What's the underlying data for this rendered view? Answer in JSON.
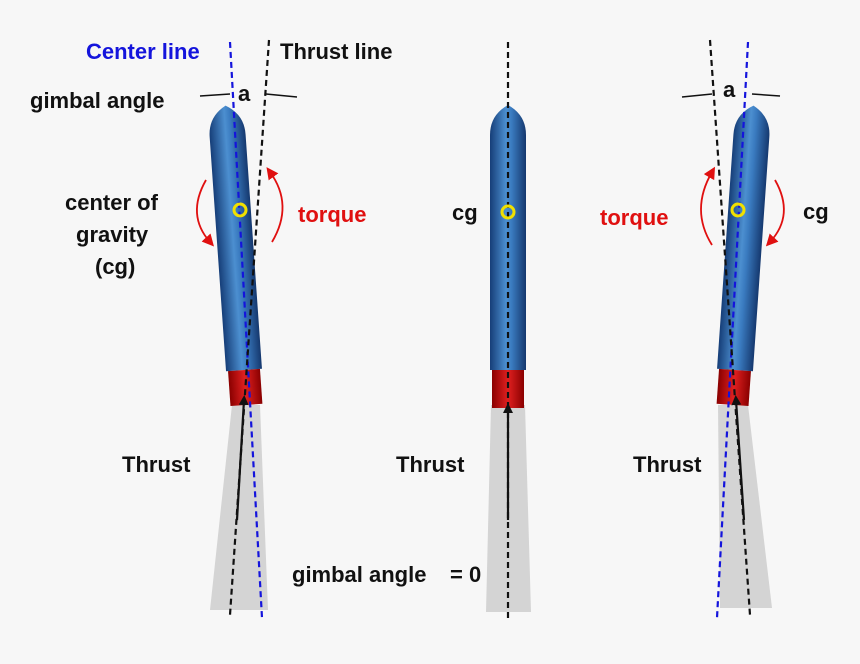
{
  "labels": {
    "center_line": "Center line",
    "thrust_line": "Thrust line",
    "gimbal_angle": "gimbal angle",
    "angle_symbol": "a",
    "center_of_gravity_1": "center of",
    "center_of_gravity_2": "gravity",
    "center_of_gravity_3": "(cg)",
    "torque": "torque",
    "cg": "cg",
    "thrust": "Thrust",
    "gimbal_angle_zero": "gimbal angle",
    "zero": "= 0"
  },
  "colors": {
    "background": "#f7f7f7",
    "rocket_body": "#2f6fb0",
    "nozzle": "#c00000",
    "exhaust": "#d4d4d4",
    "center_line": "#1414dc",
    "torque_arrow": "#e01010",
    "cg_marker": "#f0e000",
    "text": "#111111"
  }
}
